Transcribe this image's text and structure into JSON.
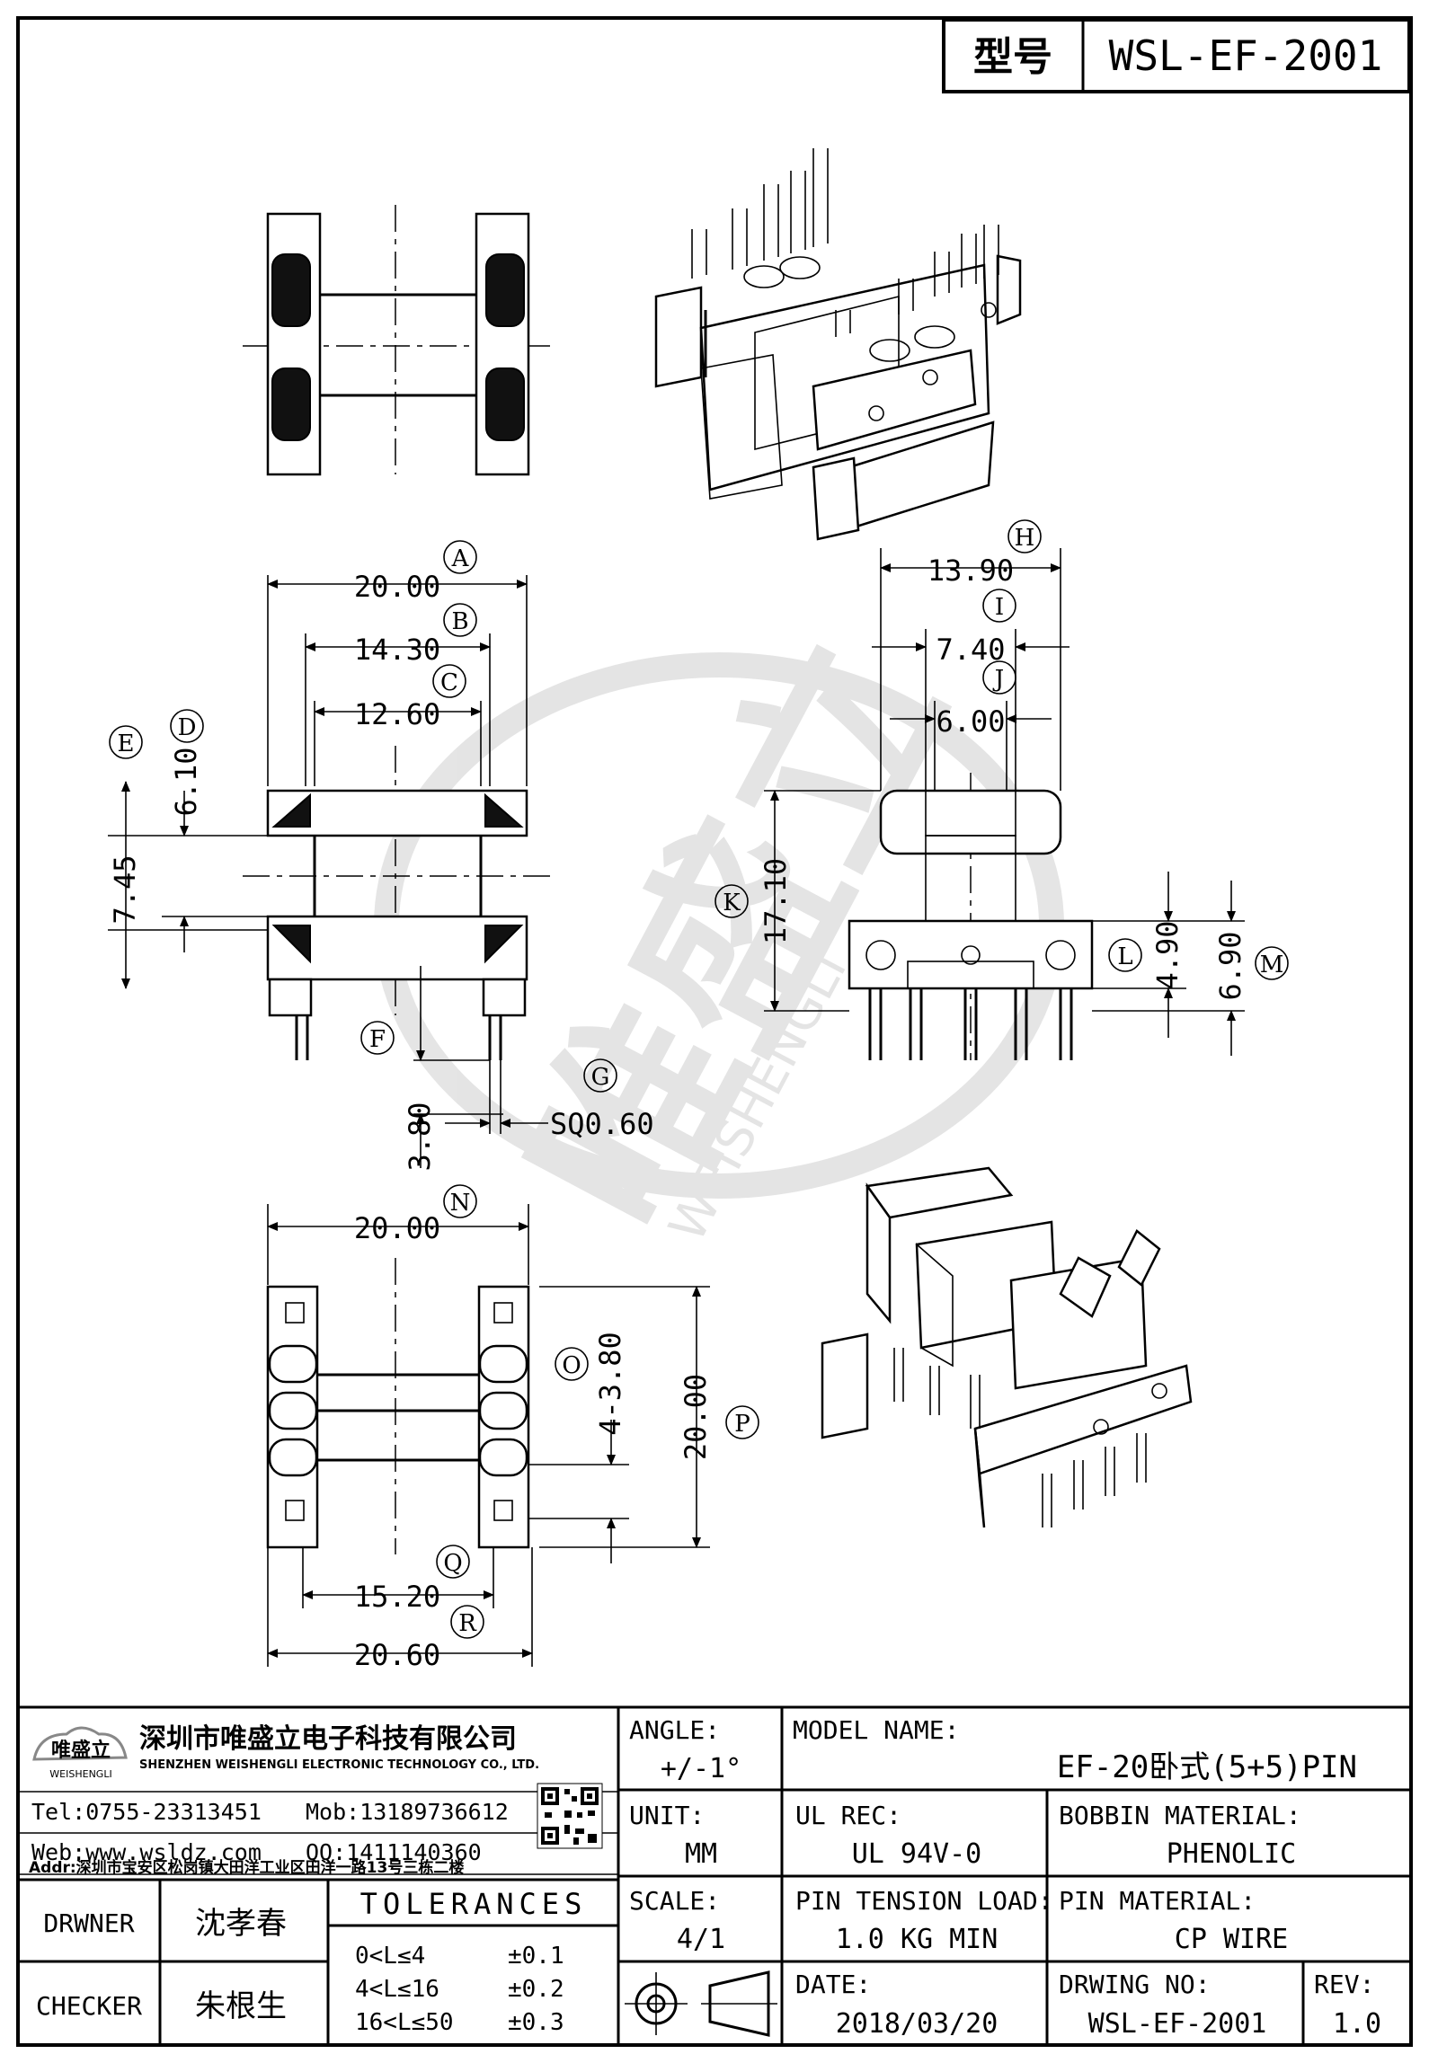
{
  "header": {
    "model_label": "型号",
    "model_value": "WSL-EF-2001"
  },
  "watermark": {
    "logo_text": "唯盛立",
    "logo_sub": "WEISHENGLI"
  },
  "dimensions": {
    "A": {
      "letter": "A",
      "value": "20.00"
    },
    "B": {
      "letter": "B",
      "value": "14.30"
    },
    "C": {
      "letter": "C",
      "value": "12.60"
    },
    "D": {
      "letter": "D",
      "value": "6.10"
    },
    "E": {
      "letter": "E",
      "value": "7.45"
    },
    "F": {
      "letter": "F",
      "value": "3.80"
    },
    "G": {
      "letter": "G",
      "value": "SQ0.60"
    },
    "H": {
      "letter": "H",
      "value": "13.90"
    },
    "I": {
      "letter": "I",
      "value": "7.40"
    },
    "J": {
      "letter": "J",
      "value": "6.00"
    },
    "K": {
      "letter": "K",
      "value": "17.10"
    },
    "L": {
      "letter": "L",
      "value": "4.90"
    },
    "M": {
      "letter": "M",
      "value": "6.90"
    },
    "N": {
      "letter": "N",
      "value": "20.00"
    },
    "O": {
      "letter": "O",
      "value": "4-3.80"
    },
    "P": {
      "letter": "P",
      "value": "20.00"
    },
    "Q": {
      "letter": "Q",
      "value": "15.20"
    },
    "R": {
      "letter": "R",
      "value": "20.60"
    }
  },
  "title_block": {
    "company_cn": "深圳市唯盛立电子科技有限公司",
    "company_en": "SHENZHEN WEISHENGLI ELECTRONIC TECHNOLOGY CO., LTD.",
    "logo_text": "唯盛立",
    "logo_sub": "WEISHENGLI",
    "tel": "Tel:0755-23313451",
    "mob": "Mob:13189736612",
    "web": "Web:www.wsldz.com",
    "qq": "QQ:1411140360",
    "addr": "Addr:深圳市宝安区松岗镇大田洋工业区田洋一路13号三栋二楼",
    "angle_label": "ANGLE:",
    "angle_value": "+/-1°",
    "model_name_label": "MODEL NAME:",
    "model_name_value": "EF-20卧式(5+5)PIN",
    "unit_label": "UNIT:",
    "unit_value": "MM",
    "ul_rec_label": "UL REC:",
    "ul_rec_value": "UL 94V-0",
    "bobbin_material_label": "BOBBIN MATERIAL:",
    "bobbin_material_value": "PHENOLIC",
    "drawer_label": "DRWNER",
    "drawer_value": "沈孝春",
    "tolerances_label": "TOLERANCES",
    "scale_label": "SCALE:",
    "scale_value": "4/1",
    "pin_tension_label": "PIN TENSION LOAD:",
    "pin_tension_value": "1.0 KG MIN",
    "pin_material_label": "PIN MATERIAL:",
    "pin_material_value": "CP WIRE",
    "checker_label": "CHECKER",
    "checker_value": "朱根生",
    "tolerance_rows": [
      {
        "range": "0<L≤4",
        "tol": "±0.1"
      },
      {
        "range": "4<L≤16",
        "tol": "±0.2"
      },
      {
        "range": "16<L≤50",
        "tol": "±0.3"
      }
    ],
    "date_label": "DATE:",
    "date_value": "2018/03/20",
    "drawing_no_label": "DRWING NO:",
    "drawing_no_value": "WSL-EF-2001",
    "rev_label": "REV:",
    "rev_value": "1.0"
  }
}
